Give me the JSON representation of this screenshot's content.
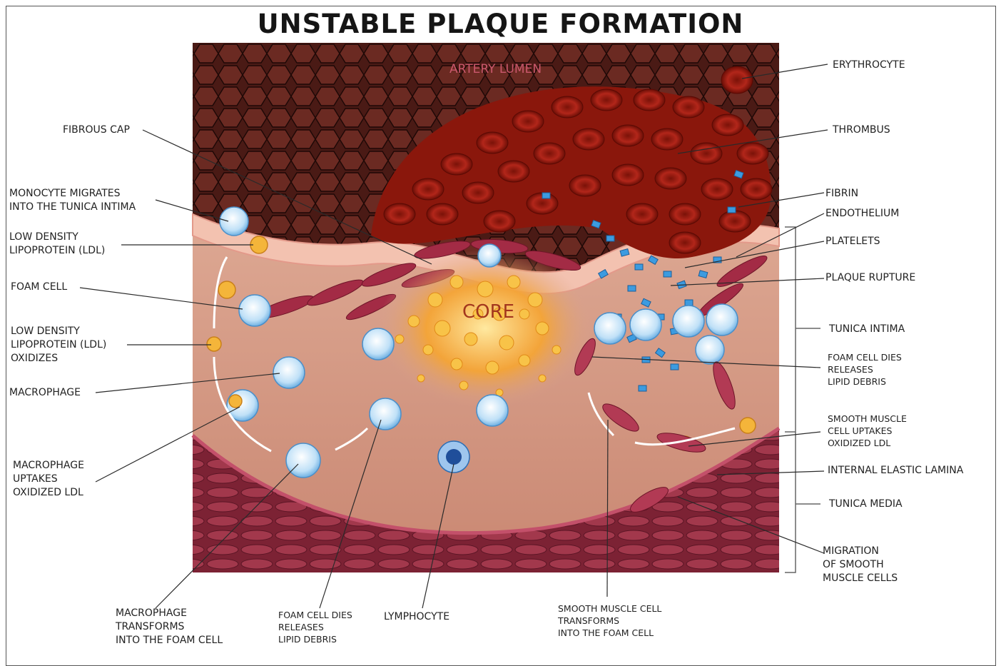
{
  "title": "UNSTABLE PLAQUE FORMATION",
  "inner_labels": {
    "lumen": "ARTERY LUMEN",
    "core": "CORE"
  },
  "labels": {
    "fibrous_cap": [
      "FIBROUS CAP"
    ],
    "monocyte": [
      "MONOCYTE MIGRATES",
      "INTO THE TUNICA INTIMA"
    ],
    "ldl": [
      "LOW DENSITY",
      "LIPOPROTEIN (LDL)"
    ],
    "foam_cell": [
      "FOAM CELL"
    ],
    "ldl_oxidizes": [
      "LOW DENSITY",
      "LIPOPROTEIN (LDL)",
      "OXIDIZES"
    ],
    "macrophage": [
      "MACROPHAGE"
    ],
    "macrophage_uptakes": [
      "MACROPHAGE",
      "UPTAKES",
      "OXIDIZED LDL"
    ],
    "macrophage_transforms": [
      "MACROPHAGE",
      "TRANSFORMS",
      "INTO THE FOAM CELL"
    ],
    "foam_cell_dies_bottom": [
      "FOAM CELL DIES",
      "RELEASES",
      "LIPID DEBRIS"
    ],
    "lymphocyte": [
      "LYMPHOCYTE"
    ],
    "smc_transforms": [
      "SMOOTH MUSCLE CELL",
      "TRANSFORMS",
      "INTO THE FOAM CELL"
    ],
    "erythrocyte": [
      "ERYTHROCYTE"
    ],
    "thrombus": [
      "THROMBUS"
    ],
    "fibrin": [
      "FIBRIN"
    ],
    "endothelium": [
      "ENDOTHELIUM"
    ],
    "platelets": [
      "PLATELETS"
    ],
    "plaque_rupture": [
      "PLAQUE RUPTURE"
    ],
    "tunica_intima": [
      "TUNICA INTIMA"
    ],
    "foam_cell_dies_right": [
      "FOAM CELL DIES",
      "RELEASES",
      "LIPID DEBRIS"
    ],
    "smc_uptakes": [
      "SMOOTH MUSCLE",
      "CELL UPTAKES",
      "OXIDIZED LDL"
    ],
    "internal_elastic_lamina": [
      "INTERNAL ELASTIC LAMINA"
    ],
    "tunica_media": [
      "TUNICA MEDIA"
    ],
    "migration": [
      "MIGRATION",
      "OF SMOOTH",
      "MUSCLE CELLS"
    ]
  },
  "colors": {
    "lumen": "#3a1410",
    "blood": "#9e1e12",
    "intima": "#d9a48e",
    "media": "#8e2a3c",
    "core": "#f7b73a",
    "platelet": "#2f8fd6"
  }
}
